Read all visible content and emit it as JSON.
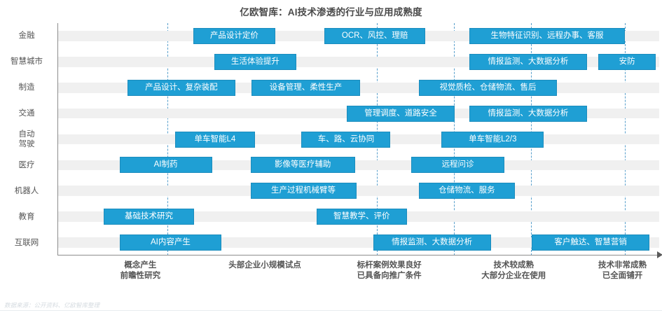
{
  "chart_data": {
    "type": "table",
    "title": "亿欧智库：AI技术渗透的行业与应用成熟度",
    "xlabel": "",
    "ylabel": "",
    "grid": true,
    "legend_position": "none",
    "accent_color": "#1f9fd4",
    "band_color": "#f0f0f0",
    "gridline_color": "#3a8fc4",
    "x_axis_stages": [
      "概念产生\n前瞻性研究",
      "头部企业小规模试点",
      "标杆案例效果良好\n已具备向推广条件",
      "技术较成熟\n大部分企业在使用",
      "技术非常成熟\n已全面铺开"
    ],
    "x_stage_centers_pct": [
      13.8,
      34.5,
      55.2,
      75.9,
      94.0
    ],
    "gridline_positions_pct": [
      18.2,
      53.0,
      65.8,
      78.7,
      94.3
    ],
    "categories": [
      "金融",
      "智慧城市",
      "制造",
      "交通",
      "自动\n驾驶",
      "医疗",
      "机器人",
      "教育",
      "互联网"
    ],
    "rows": [
      {
        "category": "金融",
        "items": [
          {
            "label": "产品设计定价",
            "start_pct": 22.5,
            "width_pct": 13.6
          },
          {
            "label": "OCR、风控、理赔",
            "start_pct": 44.3,
            "width_pct": 16.8
          },
          {
            "label": "生物特征识别、远程办事、客服",
            "start_pct": 68.4,
            "width_pct": 25.9
          }
        ]
      },
      {
        "category": "智慧城市",
        "items": [
          {
            "label": "生活体验提升",
            "start_pct": 26.0,
            "width_pct": 13.6
          },
          {
            "label": "情报监测、大数据分析",
            "start_pct": 68.4,
            "width_pct": 19.6
          },
          {
            "label": "安防",
            "start_pct": 89.9,
            "width_pct": 9.5
          }
        ]
      },
      {
        "category": "制造",
        "items": [
          {
            "label": "产品设计、复杂装配",
            "start_pct": 11.5,
            "width_pct": 18.0
          },
          {
            "label": "设备管理、柔性生产",
            "start_pct": 32.2,
            "width_pct": 18.0
          },
          {
            "label": "视觉质检、仓储物流、售后",
            "start_pct": 60.0,
            "width_pct": 23.0
          }
        ]
      },
      {
        "category": "交通",
        "items": [
          {
            "label": "管理调度、道路安全",
            "start_pct": 48.0,
            "width_pct": 18.0
          },
          {
            "label": "情报监测、大数据分析",
            "start_pct": 68.4,
            "width_pct": 19.6
          }
        ]
      },
      {
        "category": "自动驾驶",
        "items": [
          {
            "label": "单车智能L4",
            "start_pct": 19.5,
            "width_pct": 13.2
          },
          {
            "label": "车、路、云协同",
            "start_pct": 40.5,
            "width_pct": 14.8
          },
          {
            "label": "单车智能L2/3",
            "start_pct": 63.8,
            "width_pct": 17.0
          }
        ]
      },
      {
        "category": "医疗",
        "items": [
          {
            "label": "AI制药",
            "start_pct": 10.2,
            "width_pct": 15.4
          },
          {
            "label": "影像等医疗辅助",
            "start_pct": 32.0,
            "width_pct": 17.4
          },
          {
            "label": "远程问诊",
            "start_pct": 58.7,
            "width_pct": 15.6
          }
        ]
      },
      {
        "category": "机器人",
        "items": [
          {
            "label": "生产过程机械臂等",
            "start_pct": 32.0,
            "width_pct": 17.6
          },
          {
            "label": "仓储物流、服务",
            "start_pct": 60.0,
            "width_pct": 16.0
          }
        ]
      },
      {
        "category": "教育",
        "items": [
          {
            "label": "基础技术研究",
            "start_pct": 7.6,
            "width_pct": 15.0
          },
          {
            "label": "智慧教学、评价",
            "start_pct": 43.0,
            "width_pct": 15.0
          }
        ]
      },
      {
        "category": "互联网",
        "items": [
          {
            "label": "AI内容产生",
            "start_pct": 10.2,
            "width_pct": 17.0
          },
          {
            "label": "情报监测、大数据分析",
            "start_pct": 52.4,
            "width_pct": 19.6
          },
          {
            "label": "客户触达、智慧营销",
            "start_pct": 78.8,
            "width_pct": 19.6
          }
        ]
      }
    ]
  },
  "source_note": "数据来源：公开资料、亿欧智库整理"
}
